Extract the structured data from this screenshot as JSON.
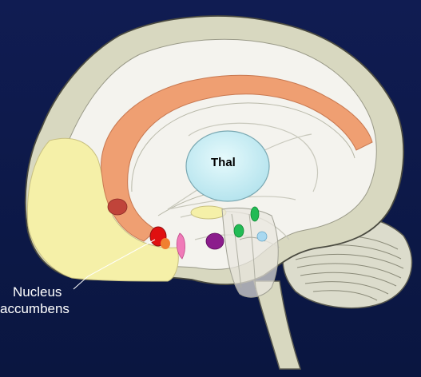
{
  "labels": {
    "thalamus": "Thal",
    "nucleus_accumbens_line1": "Nucleus",
    "nucleus_accumbens_line2": "accumbens"
  },
  "colors": {
    "background": "#0c1a4a",
    "outer_cortex": "#d8d8c0",
    "inner_brain": "#f4f3ee",
    "prefrontal": "#f5f0a8",
    "cingulate_band": "#ef9f72",
    "thalamus": "#c6eef4",
    "accumbens": "#e01010",
    "amygdala": "#8b1c8c",
    "hippocampus_green": "#22bb55",
    "septal_pink": "#f07ab8",
    "vta_lightblue": "#a8d8f0"
  }
}
